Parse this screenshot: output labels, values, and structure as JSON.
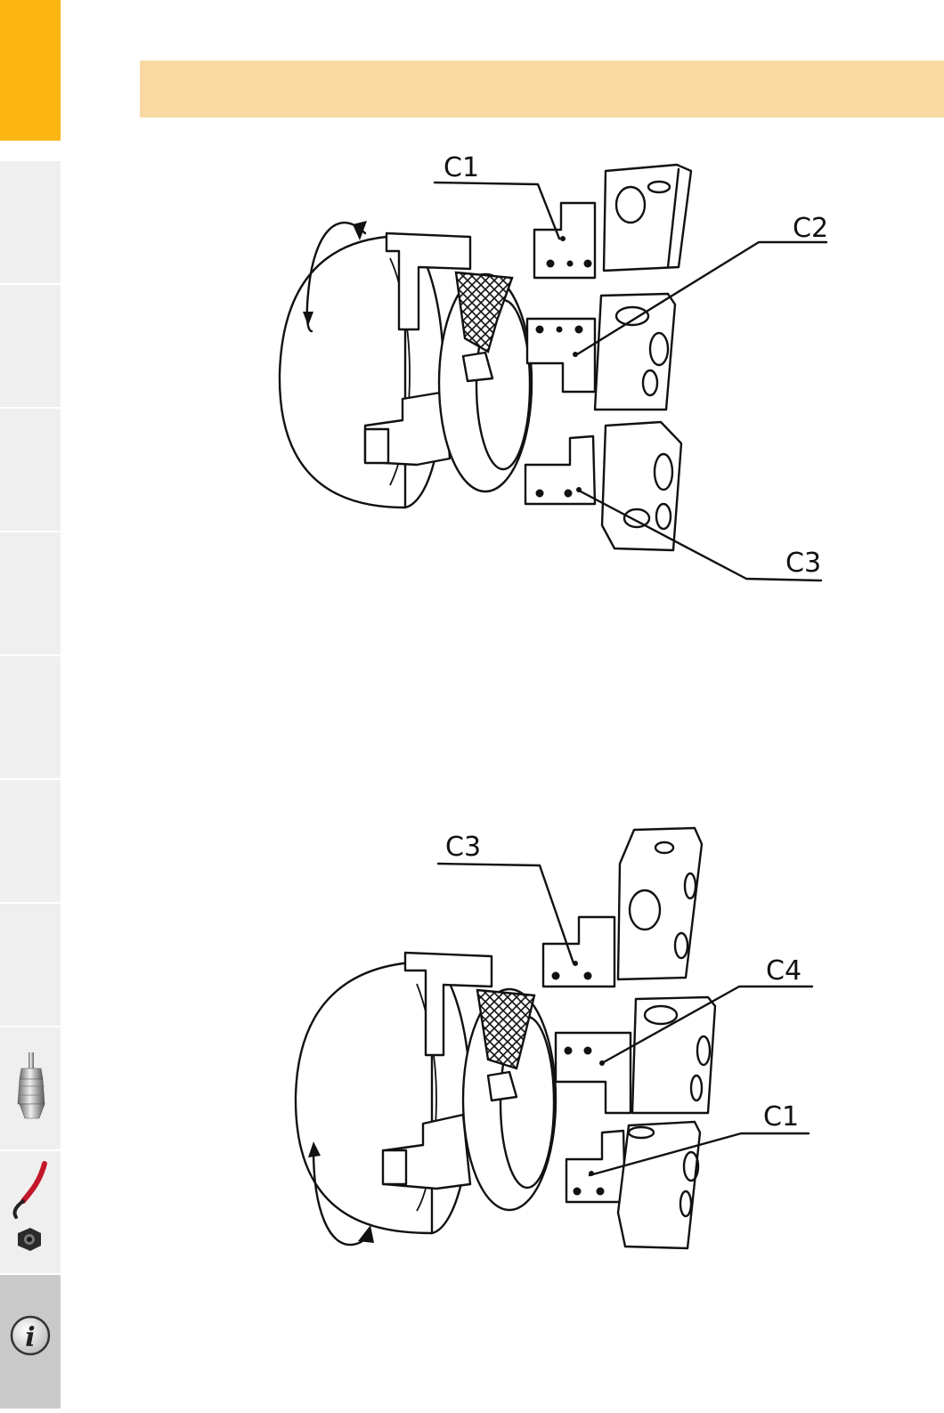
{
  "figure_top": {
    "labels": {
      "c1": "C1",
      "c2": "C2",
      "c3": "C3"
    }
  },
  "figure_bottom": {
    "labels": {
      "c3": "C3",
      "c4": "C4",
      "c1": "C1"
    }
  },
  "colors": {
    "accent_tab": "#fbb613",
    "banner": "#f8d9a1",
    "sidebar_tab": "#efefef",
    "info_tab": "#c9c9c9"
  },
  "sidebar": {
    "icons": [
      "drill-chuck-icon",
      "hook-wrench-icon",
      "info-icon"
    ]
  }
}
